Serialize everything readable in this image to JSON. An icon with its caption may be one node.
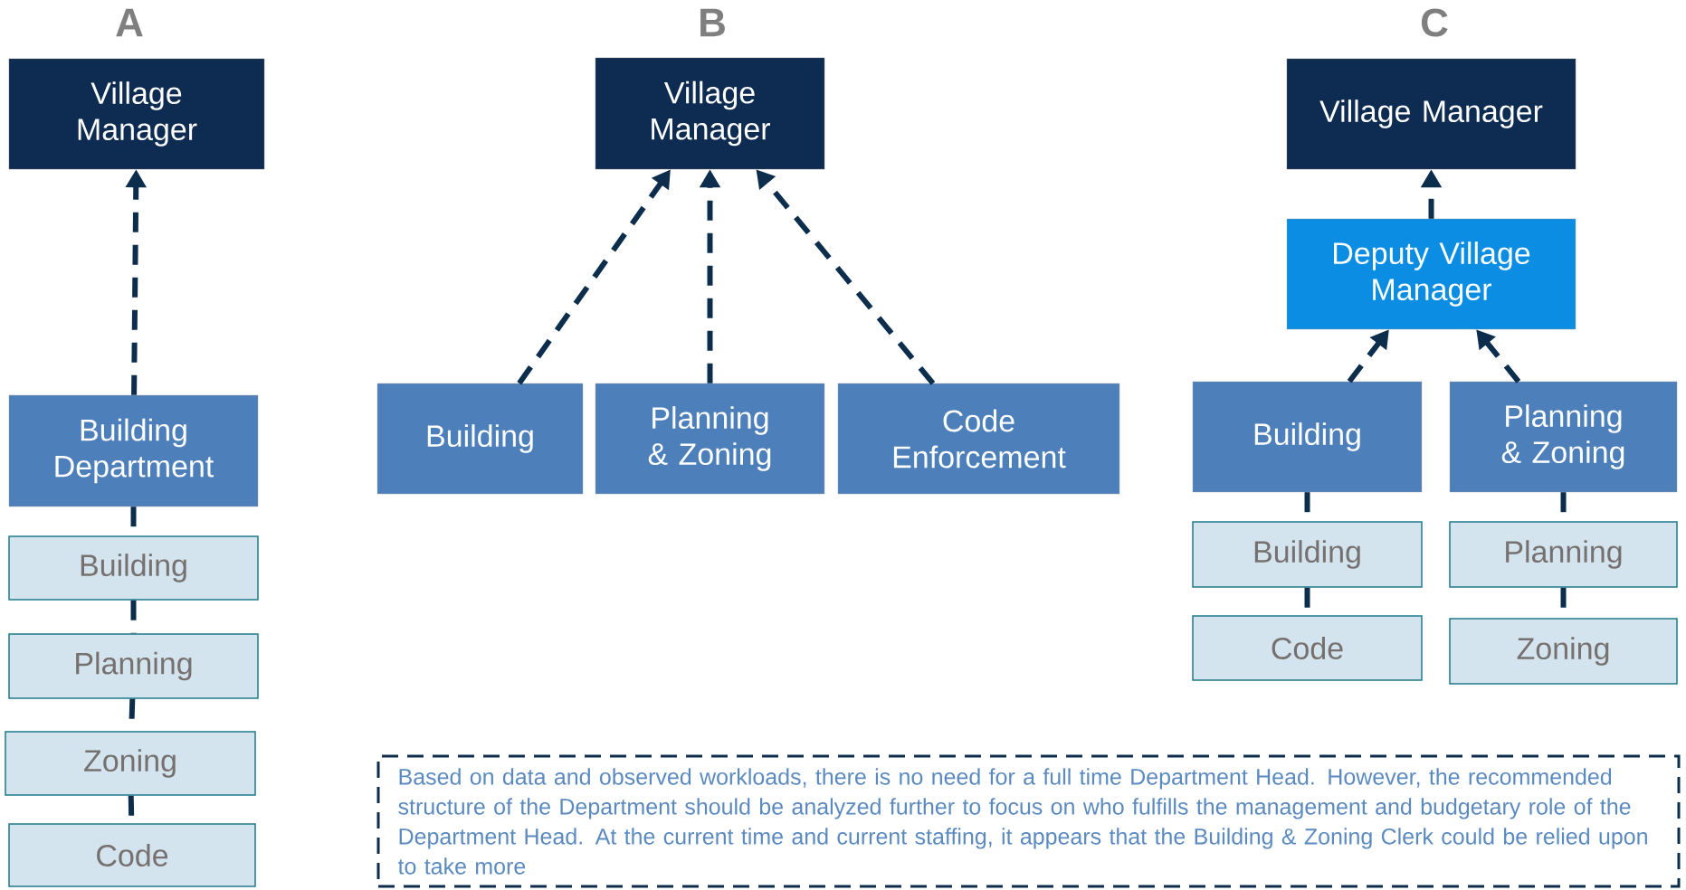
{
  "diagram": {
    "nodes": [
      {
        "text": [
          "Village Manager"
        ]
      },
      {
        "text": [
          "Building Department"
        ]
      },
      {
        "text": [
          "Building"
        ]
      },
      {
        "text": [
          "Planning"
        ]
      },
      {
        "text": [
          "Zoning"
        ]
      },
      {
        "text": [
          "Code"
        ]
      },
      {
        "text": [
          "Village Manager"
        ]
      },
      {
        "text": [
          "Building"
        ]
      },
      {
        "text": [
          "Planning & Zoning"
        ]
      },
      {
        "text": [
          "Code Enforcement"
        ]
      },
      {
        "text": [
          "Village Manager"
        ]
      },
      {
        "text": [
          "Deputy Village Manager"
        ]
      },
      {
        "text": [
          "Building"
        ]
      },
      {
        "text": [
          "Planning & Zoning"
        ]
      },
      {
        "text": [
          "Building"
        ]
      },
      {
        "text": [
          "Planning"
        ]
      },
      {
        "text": [
          "Code"
        ]
      },
      {
        "text": [
          "Zoning"
        ]
      },
      {
        "text": [
          "Based on data and observed workloads, there is no need for a full time Department Head. However, the recommended structure of the Department should be analyzed further to focus on who fulfills the management and budgetary role of the Department Head.  At the current time and current staffing, it appears that the Building & Zoning Clerk could be relied upon to take more"
        ]
      }
    ],
    "edges": [
      {
        "from": 1,
        "to": 0,
        "arrow": "to"
      },
      {
        "from": 1,
        "to": 2,
        "arrow": "none"
      },
      {
        "from": 2,
        "to": 3,
        "arrow": "none"
      },
      {
        "from": 3,
        "to": 4,
        "arrow": "none"
      },
      {
        "from": 4,
        "to": 5,
        "arrow": "none"
      },
      {
        "from": 7,
        "to": 6,
        "arrow": "to"
      },
      {
        "from": 8,
        "to": 6,
        "arrow": "to"
      },
      {
        "from": 9,
        "to": 6,
        "arrow": "to"
      },
      {
        "from": 11,
        "to": 10,
        "arrow": "to"
      },
      {
        "from": 12,
        "to": 11,
        "arrow": "to"
      },
      {
        "from": 13,
        "to": 11,
        "arrow": "to"
      },
      {
        "from": 12,
        "to": 14,
        "arrow": "none"
      },
      {
        "from": 14,
        "to": 16,
        "arrow": "none"
      },
      {
        "from": 13,
        "to": 15,
        "arrow": "none"
      },
      {
        "from": 15,
        "to": 17,
        "arrow": "none"
      }
    ],
    "labels": [
      "A",
      "B",
      "C"
    ]
  }
}
